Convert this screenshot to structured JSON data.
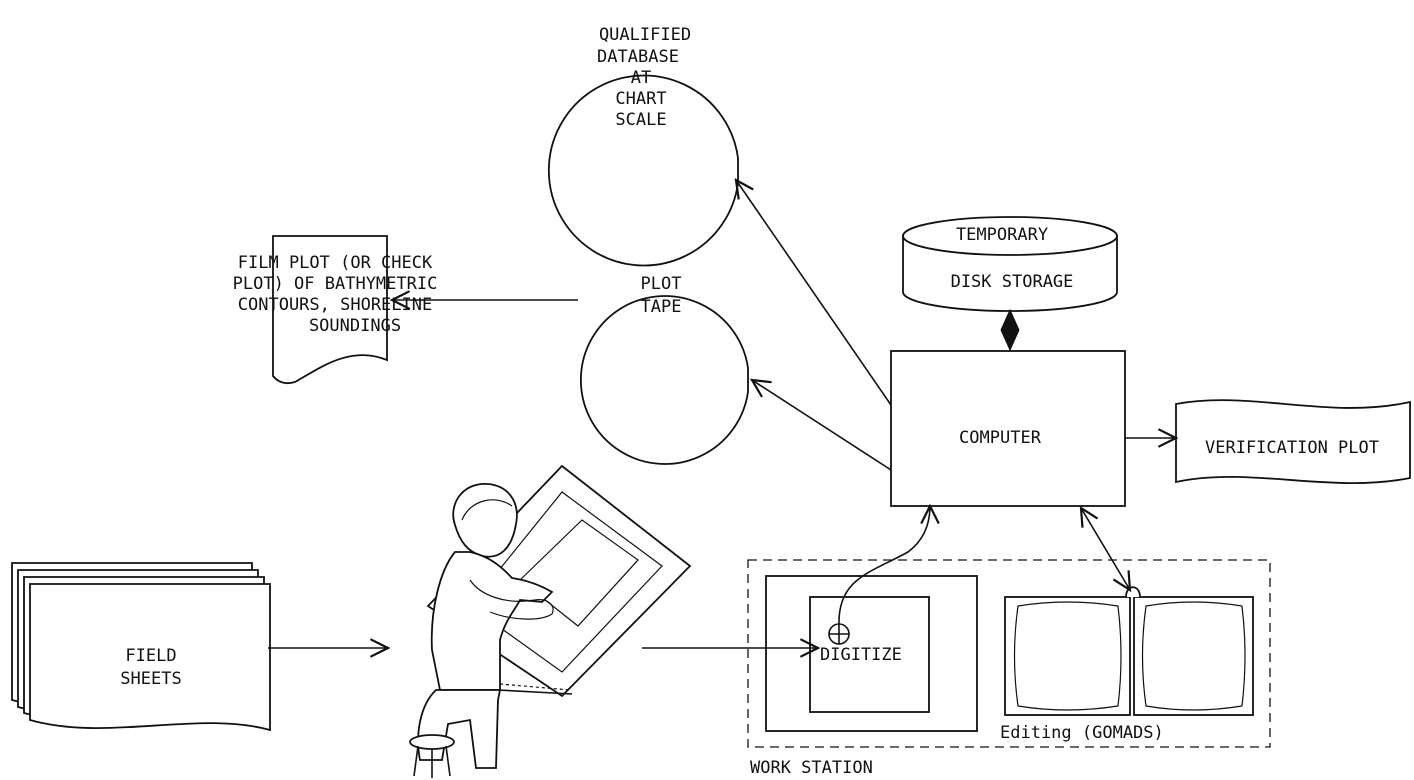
{
  "nodes": {
    "qualified_database": [
      "QUALIFIED",
      "DATABASE",
      "AT",
      "CHART",
      "SCALE"
    ],
    "film_plot": [
      "FILM PLOT (OR CHECK",
      "PLOT) OF BATHYMETRIC",
      "CONTOURS, SHORELINE",
      "SOUNDINGS"
    ],
    "plot_tape": [
      "PLOT",
      "TAPE"
    ],
    "temporary_storage": [
      "TEMPORARY",
      "DISK STORAGE"
    ],
    "computer": "COMPUTER",
    "verification_plot": "VERIFICATION PLOT",
    "field_sheets": [
      "FIELD",
      "SHEETS"
    ],
    "digitize": "DIGITIZE",
    "editing": "Editing (GOMADS)",
    "work_station": "WORK STATION"
  },
  "icons": [
    "drafter-at-digitizing-table-icon",
    "crosshair-cursor-icon",
    "editing-monitor-icon"
  ]
}
